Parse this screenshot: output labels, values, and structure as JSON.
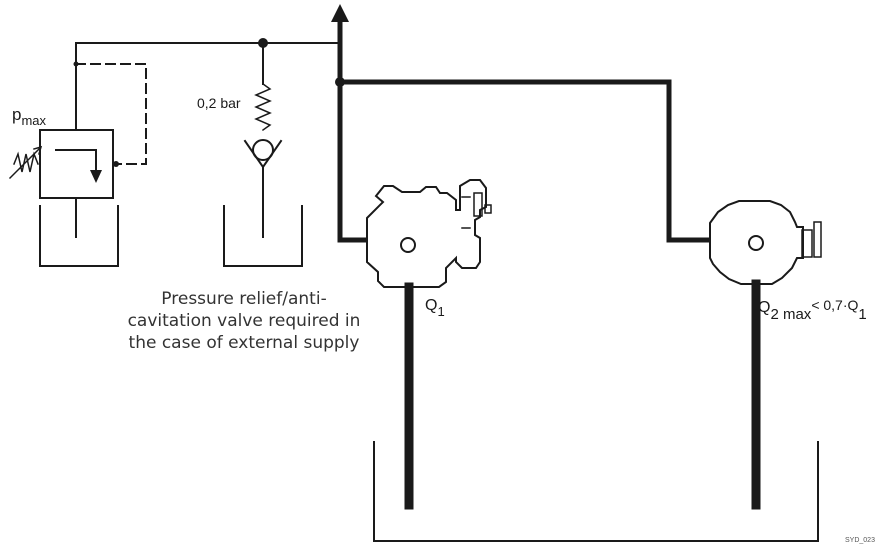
{
  "labels": {
    "p_max_main": "p",
    "p_max_sub": "max",
    "check_valve_pressure": "0,2 bar",
    "q1_main": "Q",
    "q1_sub": "1",
    "q2_main": "Q",
    "q2_sub": "2 max",
    "q2_rel": "< 0,7·Q",
    "q2_rel_sub": "1",
    "figure_code": "SYD_023"
  },
  "note_lines": [
    "Pressure relief/anti-",
    "cavitation valve required in",
    "the case of external supply"
  ],
  "colors": {
    "line": "#1a1a1a",
    "background": "#ffffff",
    "note_text": "#333333"
  }
}
